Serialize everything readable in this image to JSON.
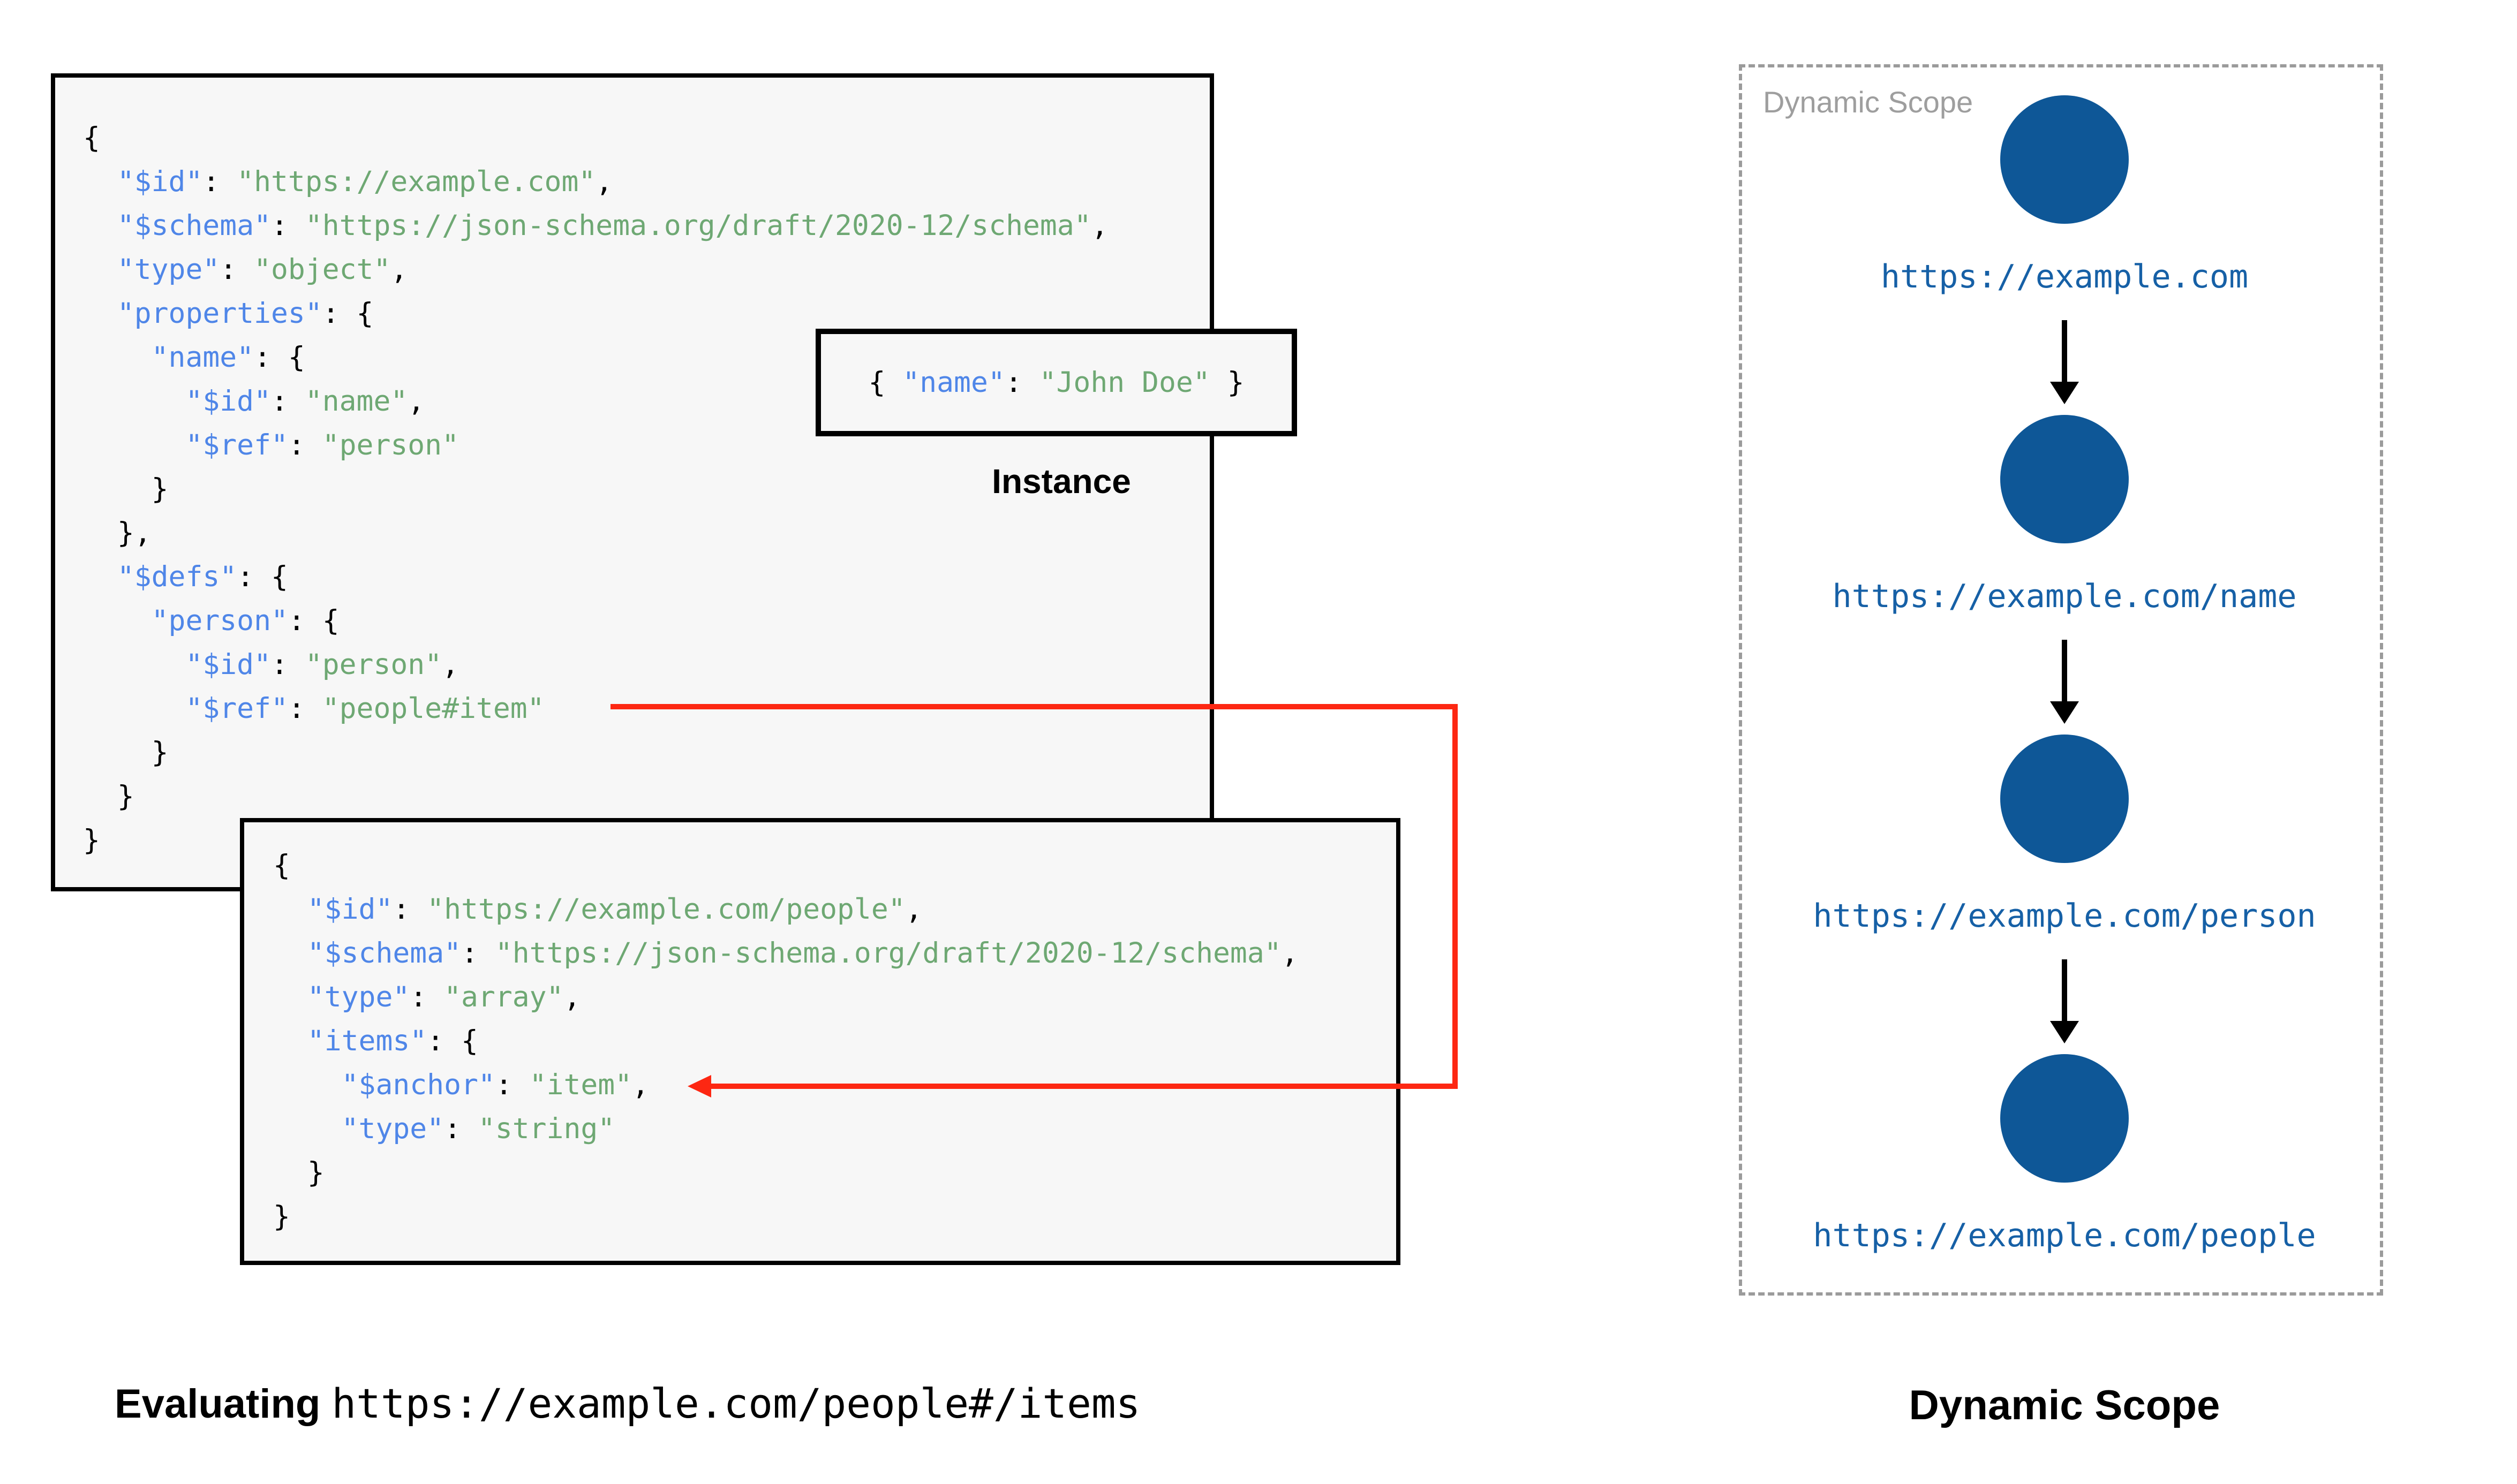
{
  "colors": {
    "key": "#4f86e8",
    "string": "#6ea873",
    "punct": "#000000",
    "url": "#1660a6",
    "node": "#0e5797",
    "red": "#fd2712",
    "box_fill": "#f7f7f7",
    "box_border": "#000000",
    "dashed_border": "#9b9b9b",
    "gray_label": "#9e9e9e"
  },
  "schema1": {
    "lines": [
      [
        [
          "p",
          "{"
        ]
      ],
      [
        [
          "p",
          "  "
        ],
        [
          "k",
          "\"$id\""
        ],
        [
          "p",
          ": "
        ],
        [
          "s",
          "\"https://example.com\""
        ],
        [
          "p",
          ","
        ]
      ],
      [
        [
          "p",
          "  "
        ],
        [
          "k",
          "\"$schema\""
        ],
        [
          "p",
          ": "
        ],
        [
          "s",
          "\"https://json-schema.org/draft/2020-12/schema\""
        ],
        [
          "p",
          ","
        ]
      ],
      [
        [
          "p",
          "  "
        ],
        [
          "k",
          "\"type\""
        ],
        [
          "p",
          ": "
        ],
        [
          "s",
          "\"object\""
        ],
        [
          "p",
          ","
        ]
      ],
      [
        [
          "p",
          "  "
        ],
        [
          "k",
          "\"properties\""
        ],
        [
          "p",
          ": {"
        ]
      ],
      [
        [
          "p",
          "    "
        ],
        [
          "k",
          "\"name\""
        ],
        [
          "p",
          ": {"
        ]
      ],
      [
        [
          "p",
          "      "
        ],
        [
          "k",
          "\"$id\""
        ],
        [
          "p",
          ": "
        ],
        [
          "s",
          "\"name\""
        ],
        [
          "p",
          ","
        ]
      ],
      [
        [
          "p",
          "      "
        ],
        [
          "k",
          "\"$ref\""
        ],
        [
          "p",
          ": "
        ],
        [
          "s",
          "\"person\""
        ]
      ],
      [
        [
          "p",
          "    }"
        ]
      ],
      [
        [
          "p",
          "  },"
        ]
      ],
      [
        [
          "p",
          "  "
        ],
        [
          "k",
          "\"$defs\""
        ],
        [
          "p",
          ": {"
        ]
      ],
      [
        [
          "p",
          "    "
        ],
        [
          "k",
          "\"person\""
        ],
        [
          "p",
          ": {"
        ]
      ],
      [
        [
          "p",
          "      "
        ],
        [
          "k",
          "\"$id\""
        ],
        [
          "p",
          ": "
        ],
        [
          "s",
          "\"person\""
        ],
        [
          "p",
          ","
        ]
      ],
      [
        [
          "p",
          "      "
        ],
        [
          "k",
          "\"$ref\""
        ],
        [
          "p",
          ": "
        ],
        [
          "s",
          "\"people#item\""
        ]
      ],
      [
        [
          "p",
          "    }"
        ]
      ],
      [
        [
          "p",
          "  }"
        ]
      ],
      [
        [
          "p",
          "}"
        ]
      ]
    ]
  },
  "schema2": {
    "lines": [
      [
        [
          "p",
          "{"
        ]
      ],
      [
        [
          "p",
          "  "
        ],
        [
          "k",
          "\"$id\""
        ],
        [
          "p",
          ": "
        ],
        [
          "s",
          "\"https://example.com/people\""
        ],
        [
          "p",
          ","
        ]
      ],
      [
        [
          "p",
          "  "
        ],
        [
          "k",
          "\"$schema\""
        ],
        [
          "p",
          ": "
        ],
        [
          "s",
          "\"https://json-schema.org/draft/2020-12/schema\""
        ],
        [
          "p",
          ","
        ]
      ],
      [
        [
          "p",
          "  "
        ],
        [
          "k",
          "\"type\""
        ],
        [
          "p",
          ": "
        ],
        [
          "s",
          "\"array\""
        ],
        [
          "p",
          ","
        ]
      ],
      [
        [
          "p",
          "  "
        ],
        [
          "k",
          "\"items\""
        ],
        [
          "p",
          ": {"
        ]
      ],
      [
        [
          "p",
          "    "
        ],
        [
          "k",
          "\"$anchor\""
        ],
        [
          "p",
          ": "
        ],
        [
          "s",
          "\"item\""
        ],
        [
          "p",
          ","
        ]
      ],
      [
        [
          "p",
          "    "
        ],
        [
          "k",
          "\"type\""
        ],
        [
          "p",
          ": "
        ],
        [
          "s",
          "\"string\""
        ]
      ],
      [
        [
          "p",
          "  }"
        ]
      ],
      [
        [
          "p",
          "}"
        ]
      ]
    ]
  },
  "instance": {
    "label": "Instance",
    "lines": [
      [
        [
          "p",
          "{ "
        ],
        [
          "k",
          "\"name\""
        ],
        [
          "p",
          ": "
        ],
        [
          "s",
          "\"John Doe\""
        ],
        [
          "p",
          " }"
        ]
      ]
    ]
  },
  "caption_left": {
    "bold": "Evaluating ",
    "mono": "https://example.com/people#/items"
  },
  "scope": {
    "corner_label": "Dynamic Scope",
    "caption": "Dynamic Scope",
    "nodes": [
      {
        "url": "https://example.com"
      },
      {
        "url": "https://example.com/name"
      },
      {
        "url": "https://example.com/person"
      },
      {
        "url": "https://example.com/people"
      }
    ]
  }
}
